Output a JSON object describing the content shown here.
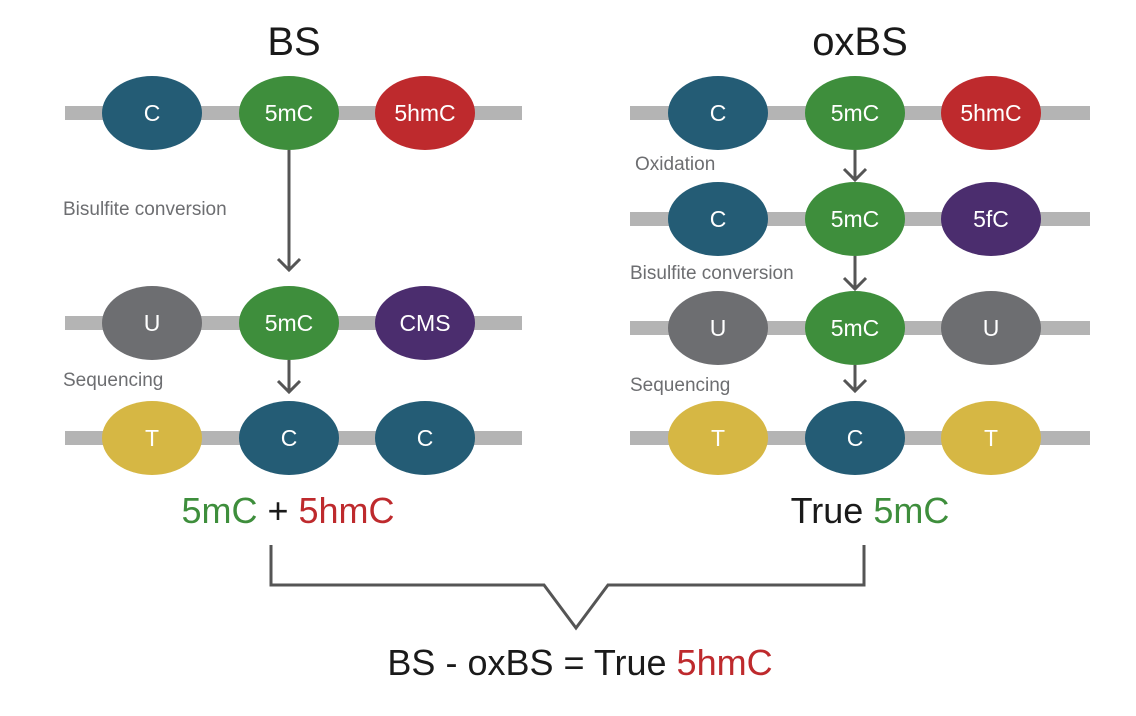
{
  "colors": {
    "C": "#245c75",
    "5mC": "#3e8e3c",
    "5hmC": "#be2a2d",
    "U": "#6d6e71",
    "CMS": "#4b2d6e",
    "5fC": "#4b2d6e",
    "T": "#d6b744",
    "strand": "#b4b4b4",
    "arrow": "#555555",
    "text_dark": "#1a1a1a",
    "text_gray": "#6d6e71"
  },
  "bs": {
    "title": "BS",
    "rows": [
      [
        "C",
        "5mC",
        "5hmC"
      ],
      [
        "U",
        "5mC",
        "CMS"
      ],
      [
        "T",
        "C",
        "C"
      ]
    ],
    "steps": [
      "Bisulfite conversion",
      "Sequencing"
    ],
    "result": {
      "part1": "5mC",
      "plus": " + ",
      "part2": "5hmC"
    }
  },
  "oxbs": {
    "title": "oxBS",
    "rows": [
      [
        "C",
        "5mC",
        "5hmC"
      ],
      [
        "C",
        "5mC",
        "5fC"
      ],
      [
        "U",
        "5mC",
        "U"
      ],
      [
        "T",
        "C",
        "T"
      ]
    ],
    "steps": [
      "Oxidation",
      "Bisulfite conversion",
      "Sequencing"
    ],
    "result": {
      "word": "True ",
      "value": "5mC"
    }
  },
  "formula": {
    "lhs": "BS - oxBS = True ",
    "value": "5hmC"
  }
}
